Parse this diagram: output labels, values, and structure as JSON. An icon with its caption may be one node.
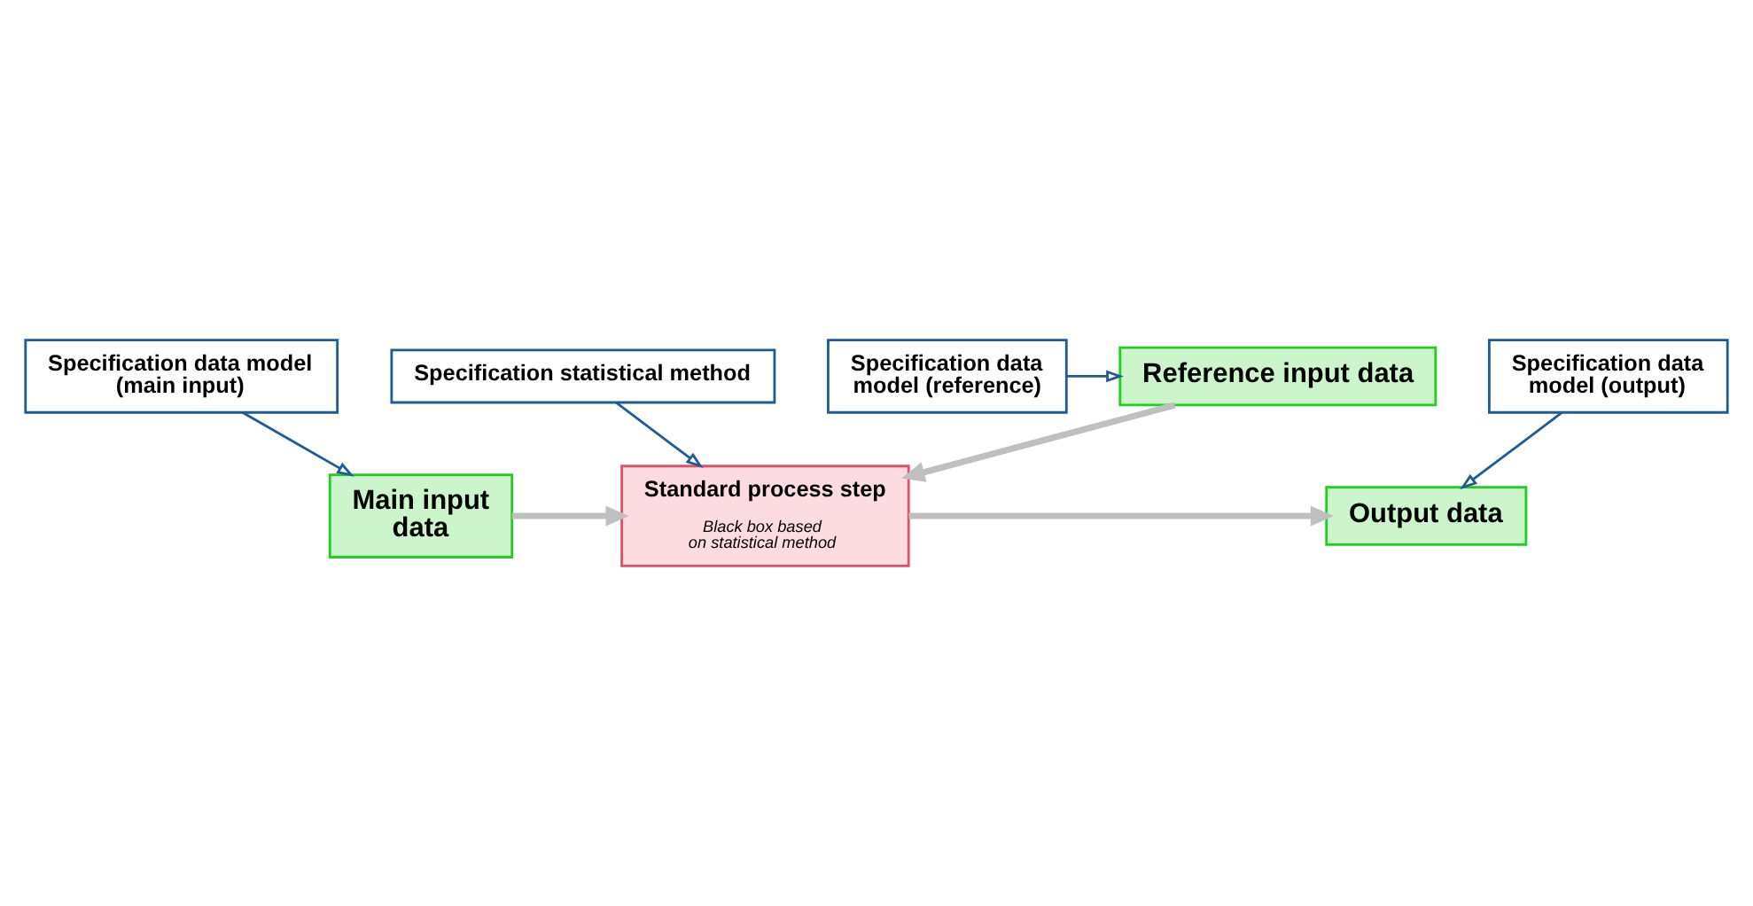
{
  "diagram": {
    "nodes": [
      {
        "text": [
          "Specification data model (main input)"
        ]
      },
      {
        "text": [
          "Specification statistical method"
        ]
      },
      {
        "text": [
          "Specification data model (output)"
        ]
      },
      {
        "text": [
          "Main input data"
        ]
      },
      {
        "text": [
          "Standard process step",
          "Black box based on statistical method"
        ]
      },
      {
        "text": [
          "Output data"
        ]
      },
      {
        "text": [
          "Specification data model (reference)"
        ]
      },
      {
        "text": [
          "Reference input data"
        ]
      }
    ],
    "edges": [
      {
        "from": 0,
        "to": 3,
        "arrow": "to"
      },
      {
        "from": 1,
        "to": 4,
        "arrow": "to"
      },
      {
        "from": 2,
        "to": 5,
        "arrow": "to"
      },
      {
        "from": 3,
        "to": 4,
        "arrow": "to",
        "color": "#bfbfbf",
        "style": "thick"
      },
      {
        "from": 4,
        "to": 5,
        "arrow": "to",
        "color": "#bfbfbf",
        "style": "thick"
      },
      {
        "from": 6,
        "to": 7,
        "arrow": "to"
      },
      {
        "from": 7,
        "to": 4,
        "arrow": "to",
        "color": "#bfbfbf",
        "style": "thick"
      }
    ]
  }
}
